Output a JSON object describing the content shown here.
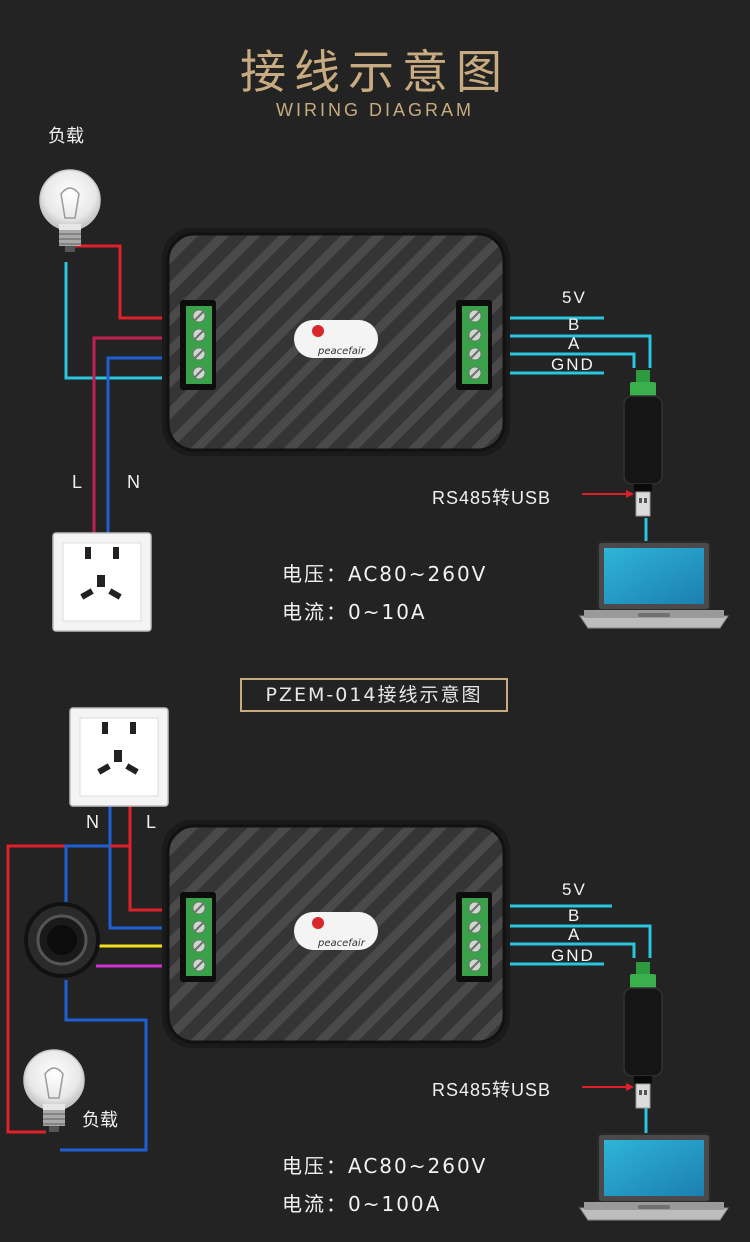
{
  "header": {
    "title": "接线示意图",
    "subtitle": "WIRING DIAGRAM"
  },
  "diagram1": {
    "load_label": "负载",
    "line_label": "L",
    "neutral_label": "N",
    "pins": [
      "5V",
      "B",
      "A",
      "GND"
    ],
    "usb_label": "RS485转USB",
    "voltage": "电压：AC80~260V",
    "current": "电流：0~10A",
    "brand": "peacefair"
  },
  "model_title": "PZEM-014接线示意图",
  "diagram2": {
    "load_label": "负载",
    "line_label": "L",
    "neutral_label": "N",
    "pins": [
      "5V",
      "B",
      "A",
      "GND"
    ],
    "usb_label": "RS485转USB",
    "voltage": "电压：AC80~260V",
    "current": "电流：0~100A",
    "brand": "peacefair"
  },
  "colors": {
    "accent_gold": "#c8ab80",
    "wire_red": "#e0202a",
    "wire_blue": "#1f5fd6",
    "wire_cyan": "#29c6e0",
    "wire_yellow": "#f0e020",
    "wire_magenta": "#d030d0",
    "background": "#232323"
  }
}
